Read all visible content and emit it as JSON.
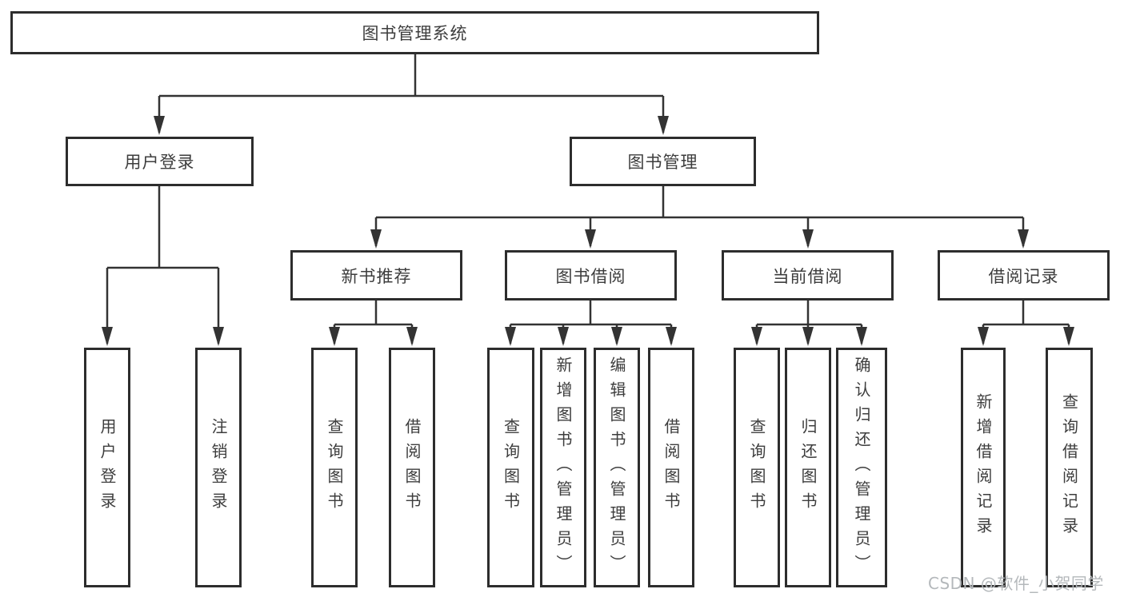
{
  "diagram_type": "functional-structure-tree",
  "tree": {
    "label": "图书管理系统",
    "children": [
      {
        "label": "用户登录",
        "children": [
          {
            "label": "用户登录"
          },
          {
            "label": "注销登录"
          }
        ]
      },
      {
        "label": "图书管理",
        "children": [
          {
            "label": "新书推荐",
            "children": [
              {
                "label": "查询图书"
              },
              {
                "label": "借阅图书"
              }
            ]
          },
          {
            "label": "图书借阅",
            "children": [
              {
                "label": "查询图书"
              },
              {
                "label": "新增图书（管理员）"
              },
              {
                "label": "编辑图书（管理员）"
              },
              {
                "label": "借阅图书"
              }
            ]
          },
          {
            "label": "当前借阅",
            "children": [
              {
                "label": "查询图书"
              },
              {
                "label": "归还图书"
              },
              {
                "label": "确认归还（管理员）"
              }
            ]
          },
          {
            "label": "借阅记录",
            "children": [
              {
                "label": "新增借阅记录"
              },
              {
                "label": "查询借阅记录"
              }
            ]
          }
        ]
      }
    ]
  },
  "watermark": {
    "text": "CSDN @软件_小贺同学",
    "color": "#b4b8bb"
  },
  "colors": {
    "background": "#ffffff",
    "line": "#333333",
    "box_border": "#2d2d2d",
    "box_fill": "#ffffff",
    "text": "#3d3d3d"
  }
}
